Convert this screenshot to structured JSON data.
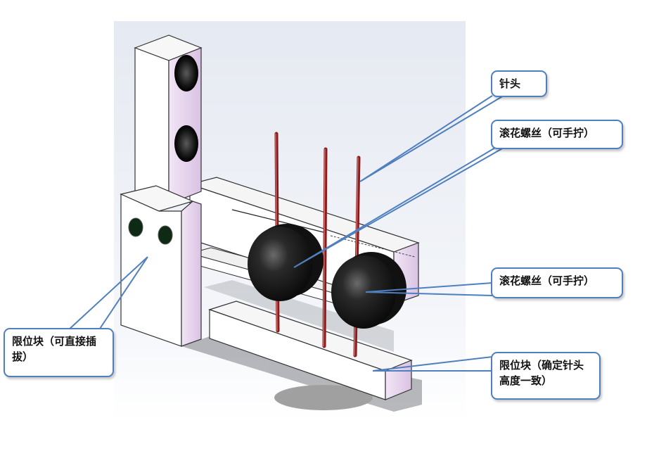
{
  "callouts": [
    {
      "id": "needle",
      "text": "针头"
    },
    {
      "id": "knurled-screw-top",
      "text": "滚花螺丝（可手拧）"
    },
    {
      "id": "knurled-screw-bottom",
      "text": "滚花螺丝（可手拧）"
    },
    {
      "id": "stop-block-left",
      "text": "限位块（可直接插拔）"
    },
    {
      "id": "stop-block-right",
      "text": "限位块（确定针头高度一致）"
    }
  ],
  "colors": {
    "block_face": "#ffffff",
    "block_side": "#e4d0ec",
    "needle": "#a52a2a",
    "knob": "#1c1c1c",
    "callout_border": "#4f7fbf",
    "viewport_bg": "#e9edf4"
  }
}
